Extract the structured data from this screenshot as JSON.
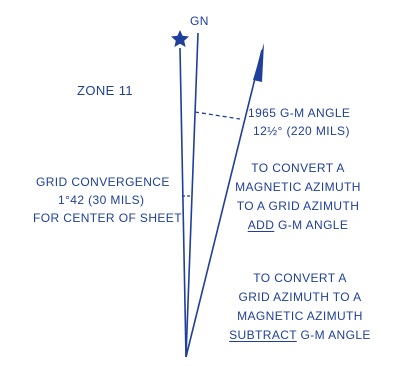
{
  "colors": {
    "ink": "#1f3f9a"
  },
  "labels": {
    "gn": "GN",
    "zone": "ZONE 11",
    "gm_angle_title": "1965 G-M ANGLE",
    "gm_angle_value": "12½° (220 MILS)",
    "grid_convergence_title": "GRID CONVERGENCE",
    "grid_convergence_value": "1°42  (30 MILS)",
    "grid_convergence_note": "FOR CENTER OF SHEET"
  },
  "instructions": {
    "mag_to_grid": {
      "line1": "TO CONVERT A",
      "line2": "MAGNETIC AZIMUTH",
      "line3": "TO A GRID AZIMUTH",
      "line4_underlined": "ADD",
      "line4_rest": " G-M ANGLE"
    },
    "grid_to_mag": {
      "line1": "TO CONVERT A",
      "line2": "GRID AZIMUTH TO A",
      "line3": "MAGNETIC AZIMUTH",
      "line4_underlined": "SUBTRACT",
      "line4_rest": " G-M ANGLE"
    }
  },
  "icons": {
    "true_north": "star-icon",
    "magnetic_north": "half-arrow-icon"
  }
}
